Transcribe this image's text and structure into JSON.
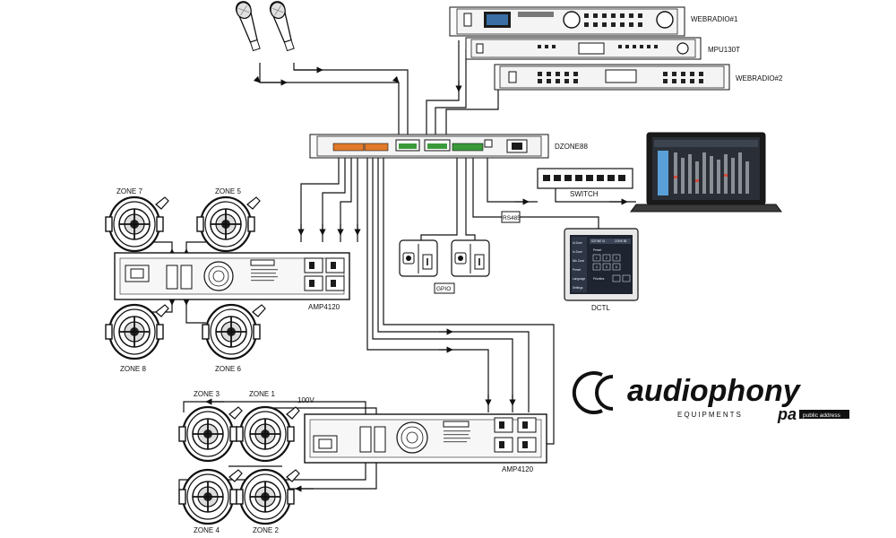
{
  "labels": {
    "webradio1": "WEBRADIO#1",
    "mpu130t": "MPU130T",
    "webradio2": "WEBRADIO#2",
    "dzone88": "DZONE88",
    "switch": "SWITCH",
    "rs485": "RS485",
    "gpio": "GPIO",
    "dctl": "DCTL",
    "amp_top": "AMP4120",
    "amp_bottom": "AMP4120",
    "voltage": "100V",
    "zones": {
      "z7": "ZONE 7",
      "z5": "ZONE 5",
      "z8": "ZONE 8",
      "z6": "ZONE 6",
      "z3": "ZONE 3",
      "z1": "ZONE 1",
      "z4": "ZONE 4",
      "z2": "ZONE 2"
    }
  },
  "brand": {
    "name": "audiophony",
    "tagline": "EQUIPMENTS",
    "badge": "pa",
    "badge_sub": "public address"
  },
  "dctl_screen": {
    "menu": [
      "Id Zone",
      "In Zone",
      "Mix Zone",
      "Preset",
      "Language",
      "Settings"
    ],
    "header_left": "DZONE 01",
    "header_right": "ZONE 88",
    "section": "Preset",
    "keys": [
      "1",
      "2",
      "3",
      "4",
      "5",
      "6"
    ],
    "footer": "Priorities"
  },
  "icons": [
    "microphone-icon",
    "speaker-icon",
    "laptop-icon",
    "gpio-switch-icon"
  ],
  "colors": {
    "wire": "#111111",
    "connector_orange": "#e07a2a",
    "connector_green": "#3a9a3a",
    "brand_black": "#111111"
  }
}
